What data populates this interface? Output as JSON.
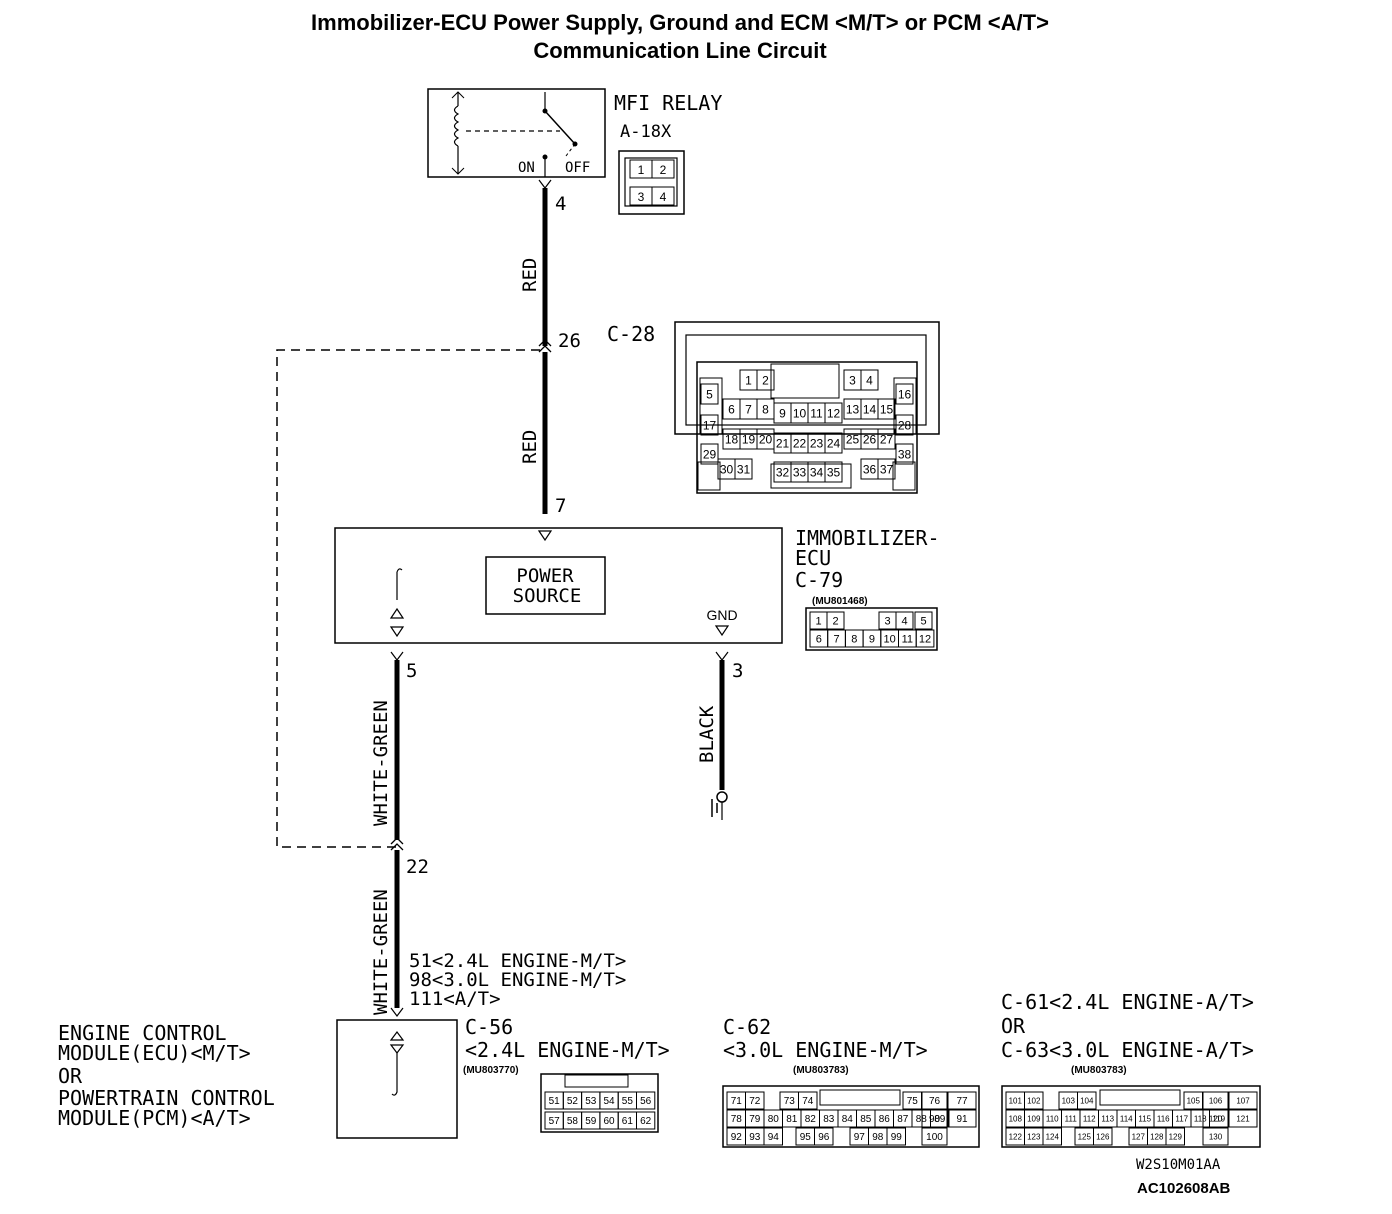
{
  "title": {
    "line1": "Immobilizer-ECU Power Supply, Ground and ECM <M/T> or PCM <A/T>",
    "line2": "Communication Line Circuit"
  },
  "relay": {
    "name": "MFI RELAY",
    "connector": "A-18X",
    "on_label": "ON",
    "off_label": "OFF",
    "pins": [
      "1",
      "2",
      "3",
      "4"
    ]
  },
  "wires": {
    "relay_pin": "4",
    "red_label_1": "RED",
    "junction_pin": "26",
    "red_label_2": "RED",
    "ecu_power_pin": "7",
    "comm_pin": "5",
    "comm_color_1": "WHITE-GREEN",
    "junction2_pin": "22",
    "comm_color_2": "WHITE-GREEN",
    "ground_pin": "3",
    "ground_color": "BLACK",
    "ecm_pins": [
      "51<2.4L ENGINE-M/T>",
      "98<3.0L ENGINE-M/T>",
      "111<A/T>"
    ]
  },
  "junction_connector": {
    "name": "C-28",
    "pins": [
      "1",
      "2",
      "3",
      "4",
      "5",
      "6",
      "7",
      "8",
      "9",
      "10",
      "11",
      "12",
      "13",
      "14",
      "15",
      "16",
      "17",
      "18",
      "19",
      "20",
      "21",
      "22",
      "23",
      "24",
      "25",
      "26",
      "27",
      "28",
      "29",
      "30",
      "31",
      "32",
      "33",
      "34",
      "35",
      "36",
      "37",
      "38"
    ]
  },
  "immobilizer": {
    "name_line1": "IMMOBILIZER-",
    "name_line2": "ECU",
    "connector": "C-79",
    "part_no": "(MU801468)",
    "power_source_line1": "POWER",
    "power_source_line2": "SOURCE",
    "gnd_label": "GND",
    "pins": [
      "1",
      "2",
      "3",
      "4",
      "5",
      "6",
      "7",
      "8",
      "9",
      "10",
      "11",
      "12"
    ]
  },
  "ecm": {
    "label_line1": "ENGINE CONTROL",
    "label_line2": "MODULE(ECU)<M/T>",
    "label_line3": "OR",
    "label_line4": "POWERTRAIN CONTROL",
    "label_line5": "MODULE(PCM)<A/T>"
  },
  "c56": {
    "name": "C-56",
    "engine": "<2.4L ENGINE-M/T>",
    "part_no": "(MU803770)",
    "pins": [
      "51",
      "52",
      "53",
      "54",
      "55",
      "56",
      "57",
      "58",
      "59",
      "60",
      "61",
      "62"
    ]
  },
  "c62": {
    "name": "C-62",
    "engine": "<3.0L ENGINE-M/T>",
    "part_no": "(MU803783)",
    "pins": [
      "71",
      "72",
      "73",
      "74",
      "75",
      "76",
      "77",
      "78",
      "79",
      "80",
      "81",
      "82",
      "83",
      "84",
      "85",
      "86",
      "87",
      "88",
      "89",
      "90",
      "91",
      "92",
      "93",
      "94",
      "95",
      "96",
      "97",
      "98",
      "99",
      "100"
    ]
  },
  "c61": {
    "name_line1": "C-61<2.4L ENGINE-A/T>",
    "name_line2": "OR",
    "name_line3": "C-63<3.0L ENGINE-A/T>",
    "part_no": "(MU803783)",
    "pins": [
      "101",
      "102",
      "103",
      "104",
      "105",
      "106",
      "107",
      "108",
      "109",
      "110",
      "111",
      "112",
      "113",
      "114",
      "115",
      "116",
      "117",
      "118",
      "119",
      "120",
      "121",
      "122",
      "123",
      "124",
      "125",
      "126",
      "127",
      "128",
      "129",
      "130"
    ]
  },
  "footer": {
    "code1": "W2S10M01AA",
    "code2": "AC102608AB"
  }
}
